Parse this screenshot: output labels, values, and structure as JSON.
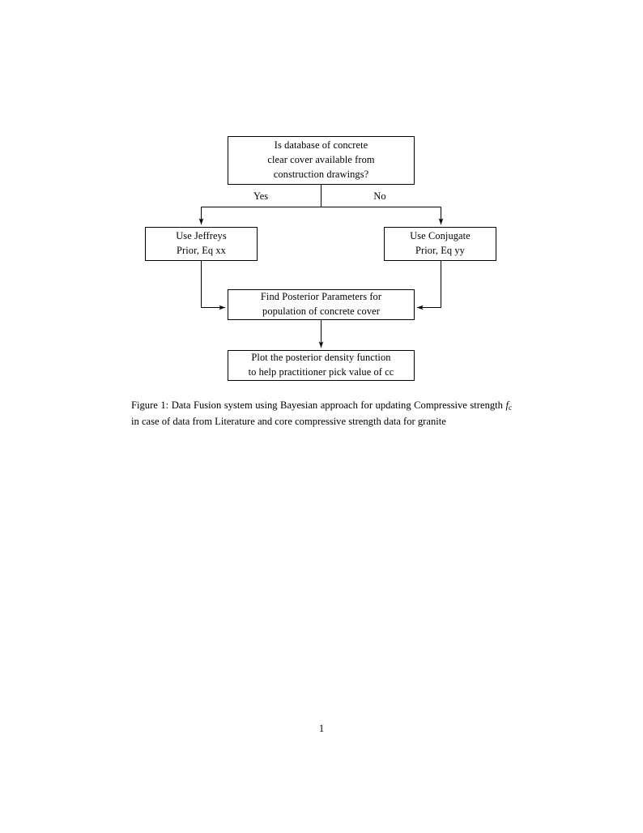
{
  "document": {
    "page_number": "1",
    "background_color": "#ffffff",
    "text_color": "#000000"
  },
  "figure": {
    "caption_label": "Figure 1:",
    "caption_text_part1": "Data Fusion system using Bayesian approach for updating Compressive strength",
    "caption_math": "f",
    "caption_math_subscript": "c",
    "caption_text_part2": "in case of data from Literature and core compressive strength data for granite",
    "diagram_type": "flowchart",
    "nodes": [
      {
        "id": "decision",
        "shape": "rectangle",
        "lines": [
          "Is database of concrete",
          "clear cover available from",
          "construction drawings?"
        ]
      },
      {
        "id": "jeffreys",
        "shape": "rectangle",
        "lines": [
          "Use Jeffreys",
          "Prior, Eq xx"
        ]
      },
      {
        "id": "conjugate",
        "shape": "rectangle",
        "lines": [
          "Use Conjugate",
          "Prior, Eq yy"
        ]
      },
      {
        "id": "posterior",
        "shape": "rectangle",
        "lines": [
          "Find Posterior Parameters for",
          "population of concrete cover"
        ]
      },
      {
        "id": "plot",
        "shape": "rectangle",
        "lines": [
          "Plot the posterior density function",
          "to help practitioner pick value of cc"
        ]
      }
    ],
    "edges": [
      {
        "from": "decision",
        "to": "jeffreys",
        "label": "Yes"
      },
      {
        "from": "decision",
        "to": "conjugate",
        "label": "No"
      },
      {
        "from": "jeffreys",
        "to": "posterior",
        "label": ""
      },
      {
        "from": "conjugate",
        "to": "posterior",
        "label": ""
      },
      {
        "from": "posterior",
        "to": "plot",
        "label": ""
      }
    ],
    "line_color": "#000000"
  }
}
